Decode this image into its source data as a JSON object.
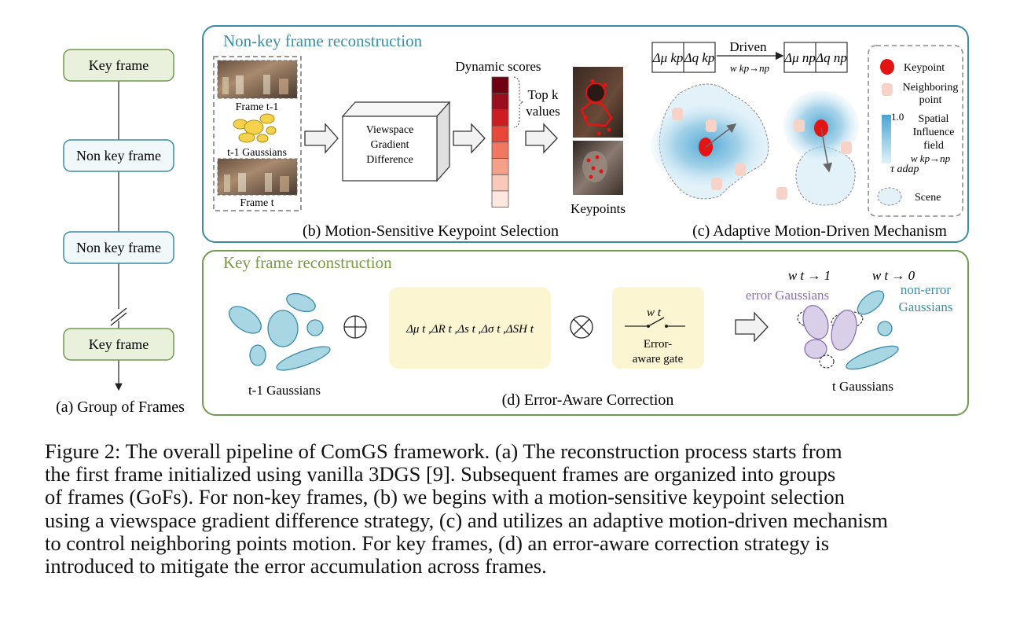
{
  "gof": {
    "frames": [
      {
        "label": "Key frame",
        "kind": "key"
      },
      {
        "label": "Non key frame",
        "kind": "nonkey"
      },
      {
        "label": "Non key frame",
        "kind": "nonkey"
      },
      {
        "label": "Key frame",
        "kind": "key"
      }
    ],
    "caption": "(a) Group of Frames"
  },
  "nonkey": {
    "title": "Non-key frame reconstruction",
    "frame_prev": "Frame t-1",
    "gaussians_prev": "t-1 Gaussians",
    "frame_cur": "Frame t",
    "vgd_box": [
      "Viewspace",
      "Gradient",
      "Difference"
    ],
    "dynamic_scores": "Dynamic scores",
    "topk": [
      "Top k",
      "values"
    ],
    "keypoints": "Keypoints",
    "caption_b": "(b) Motion-Sensitive Keypoint Selection",
    "driven": "Driven",
    "driven_weight": "w kp→np",
    "delta_kp": [
      "Δμ kp",
      "Δq kp"
    ],
    "delta_np": [
      "Δμ np",
      "Δq np"
    ],
    "caption_c": "(c) Adaptive Motion-Driven Mechanism",
    "legend": {
      "keypoint": "Keypoint",
      "neighbor": [
        "Neighboring",
        "point"
      ],
      "scale_top": "1.0",
      "influence": [
        "Spatial",
        "Influence",
        "field"
      ],
      "weight": "w kp→np",
      "tau": "τ adap",
      "scene": "Scene"
    }
  },
  "key": {
    "title": "Key frame reconstruction",
    "gaussians_prev": "t-1 Gaussians",
    "deltas": "Δμ t ,ΔR t ,Δs t ,Δσ t ,ΔSH t",
    "gate_weight": "w t",
    "gate_label": [
      "Error-",
      "aware gate"
    ],
    "caption_d": "(d) Error-Aware Correction",
    "w_to_1": "w t → 1",
    "w_to_0": "w t → 0",
    "error_label": "error Gaussians",
    "nonerror_label": [
      "non-error",
      "Gaussians"
    ],
    "gaussians_cur": "t Gaussians"
  },
  "colors": {
    "teal_border": "#3b8aa8",
    "green_border": "#6f9a4f",
    "teal_text": "#3a8fa6",
    "green_text": "#7a9a45",
    "gaussian_fill": "#a8d6e3",
    "gaussian_stroke": "#3b8aa8",
    "error_fill": "#d9cfe8",
    "error_stroke": "#8a72ad",
    "keypoint": "#e41414",
    "neighbor": "#f7d3c7",
    "yellow_box": "#fcf5d2",
    "scores": [
      "#6e0010",
      "#9b0e1c",
      "#cc1e22",
      "#e8483a",
      "#f07860",
      "#f5a18a",
      "#f9c8b8",
      "#fde7de"
    ]
  },
  "caption": {
    "lines": [
      "Figure 2: The overall pipeline of ComGS framework. (a) The reconstruction process starts from",
      "the first frame initialized using vanilla 3DGS [9]. Subsequent frames are organized into groups",
      "of frames (GoFs). For non-key frames, (b) we begins with a motion-sensitive keypoint selection",
      "using a viewspace gradient difference strategy, (c) and utilizes an adaptive motion-driven mechanism",
      "to control neighboring points motion. For key frames, (d) an error-aware correction strategy is",
      "introduced to mitigate the error accumulation across frames."
    ]
  }
}
